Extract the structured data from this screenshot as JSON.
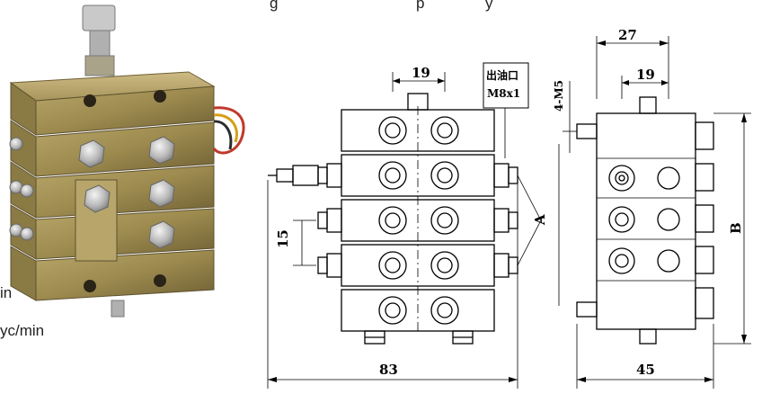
{
  "caption_fragments": {
    "top": "g",
    "top_right": "p",
    "top_far": "y",
    "line1": "in",
    "line2": "yc/min"
  },
  "drawing": {
    "outlet_label_cn": "出油口",
    "outlet_label_thread": "M8x1",
    "front": {
      "top_width": "19",
      "pitch": "15",
      "total_width": "83",
      "dim_a": "A"
    },
    "side": {
      "top_width_outer": "27",
      "top_width_inner": "19",
      "holes": "4-M5",
      "dim_b": "B",
      "total_width": "45"
    }
  }
}
